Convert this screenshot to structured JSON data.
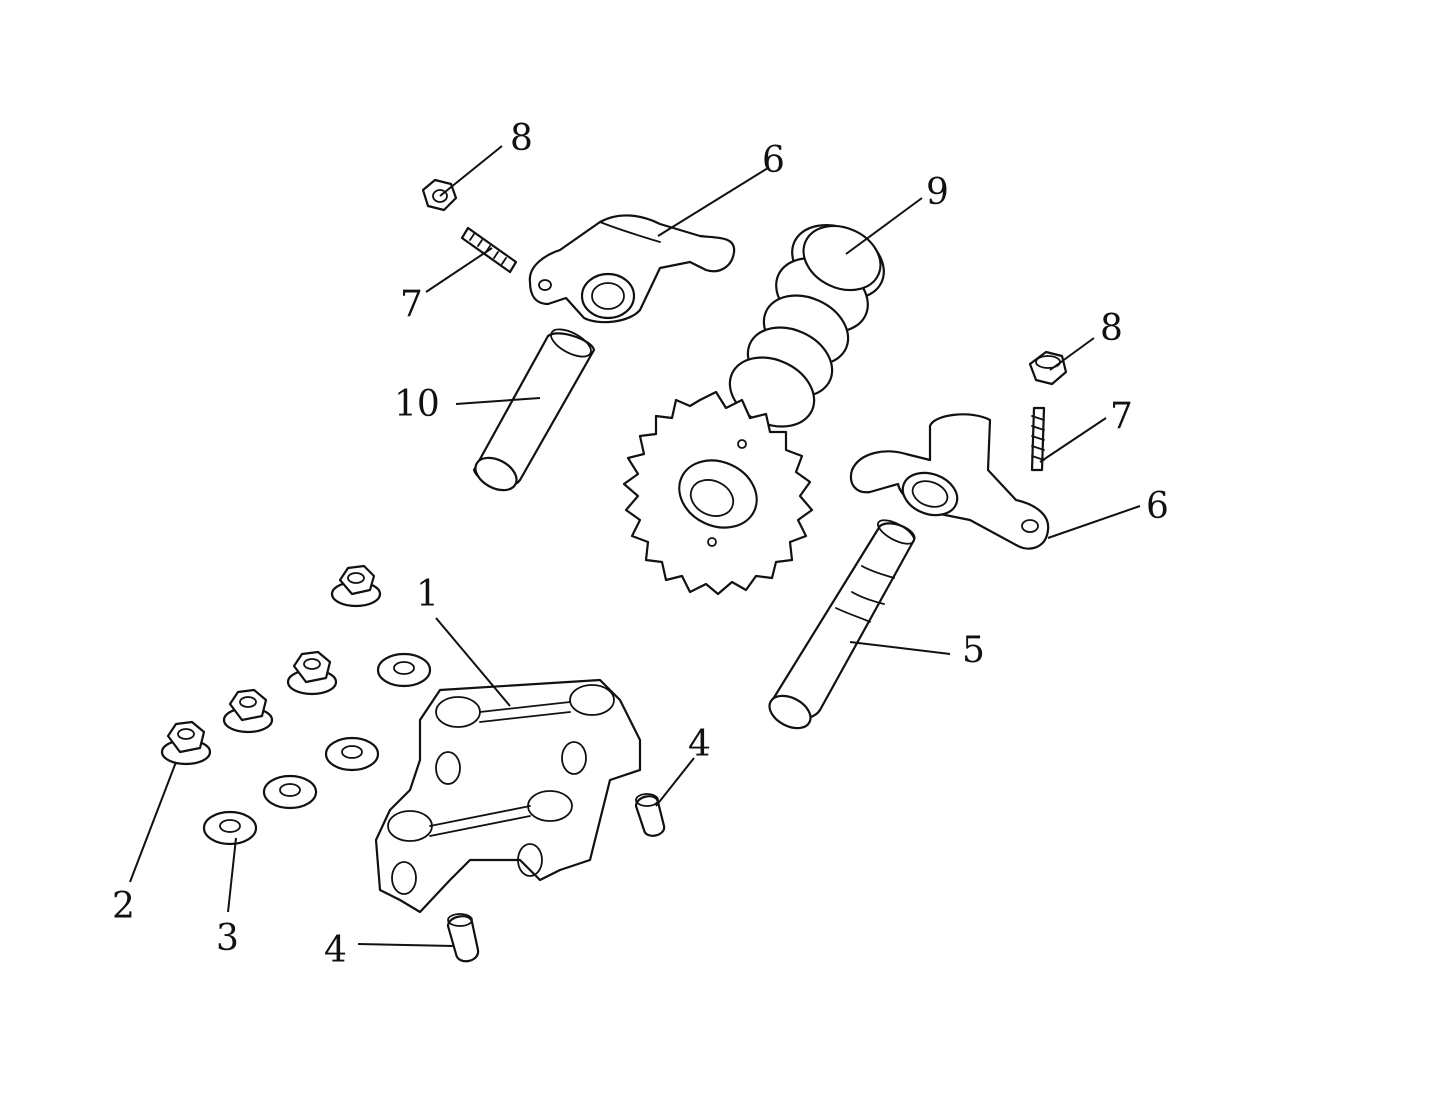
{
  "callouts": {
    "c1": "1",
    "c2": "2",
    "c3": "3",
    "c4a": "4",
    "c4b": "4",
    "c5": "5",
    "c6a": "6",
    "c6b": "6",
    "c7a": "7",
    "c7b": "7",
    "c8a": "8",
    "c8b": "8",
    "c9": "9",
    "c10": "10"
  }
}
